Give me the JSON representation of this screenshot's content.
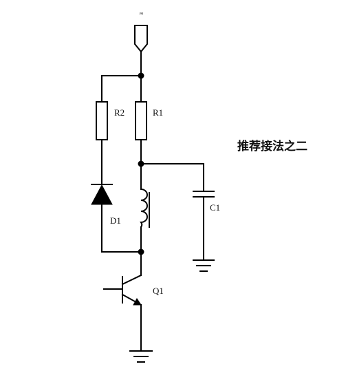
{
  "caption": "推荐接法之二",
  "components": {
    "r1": "R1",
    "r2": "R2",
    "d1": "D1",
    "c1": "C1",
    "q1": "Q1"
  },
  "power_label": "E",
  "colors": {
    "line": "#000000",
    "background": "#ffffff"
  }
}
